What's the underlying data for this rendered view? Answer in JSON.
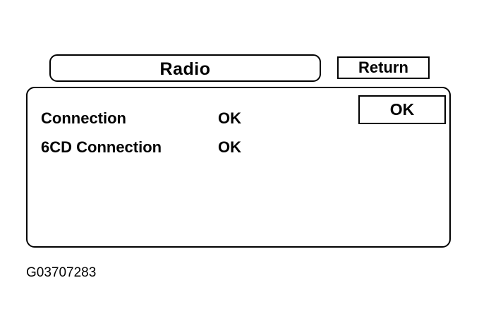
{
  "header": {
    "title": "Radio",
    "return_label": "Return"
  },
  "panel": {
    "ok_label": "OK",
    "rows": [
      {
        "label": "Connection",
        "value": "OK"
      },
      {
        "label": "6CD Connection",
        "value": "OK"
      }
    ]
  },
  "footer": {
    "figure_id": "G03707283"
  }
}
